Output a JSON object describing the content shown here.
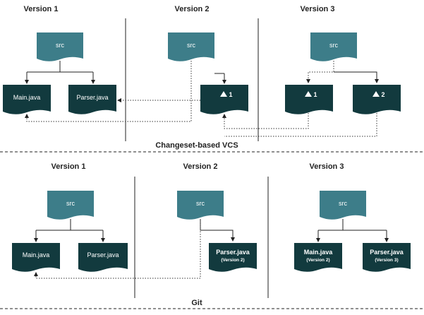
{
  "colors": {
    "src_fill": "#3d7d89",
    "dark_fill": "#123a3e",
    "text_dark": "#222222"
  },
  "changeset": {
    "section_label": "Changeset-based VCS",
    "version1": {
      "title": "Version 1",
      "src": "src",
      "main": "Main.java",
      "parser": "Parser.java"
    },
    "version2": {
      "title": "Version 2",
      "src": "src",
      "delta": "1"
    },
    "version3": {
      "title": "Version 3",
      "src": "src",
      "delta_a": "1",
      "delta_b": "2"
    }
  },
  "git": {
    "section_label": "Git",
    "version1": {
      "title": "Version 1",
      "src": "src",
      "main": "Main.java",
      "parser": "Parser.java"
    },
    "version2": {
      "title": "Version 2",
      "src": "src",
      "parser": "Parser.java",
      "parser_sub": "(Version 2)"
    },
    "version3": {
      "title": "Version 3",
      "src": "src",
      "main": "Main.java",
      "main_sub": "(Version 2)",
      "parser": "Parser.java",
      "parser_sub": "(Version 3)"
    }
  }
}
